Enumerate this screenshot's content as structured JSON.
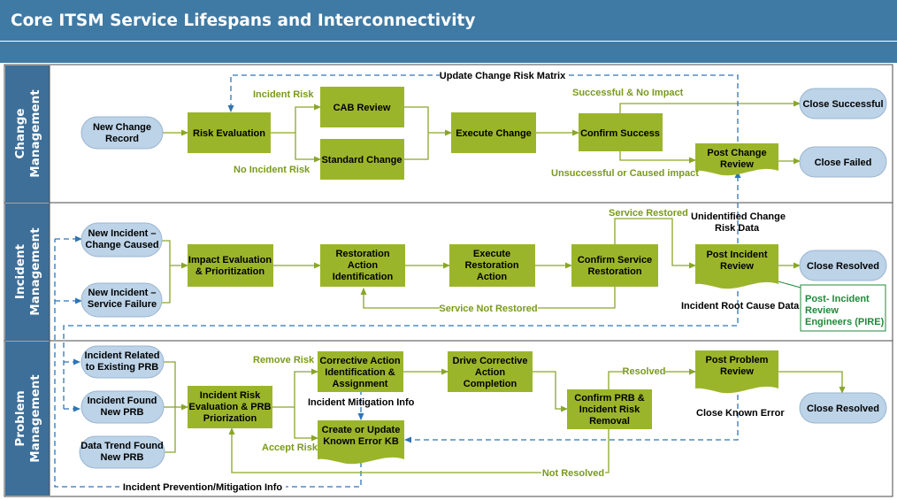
{
  "title": "Core ITSM Service Lifespans and Interconnectivity",
  "lanes": {
    "change": {
      "line1": "Change",
      "line2": "Management"
    },
    "incident": {
      "line1": "Incident",
      "line2": "Management"
    },
    "problem": {
      "line1": "Problem",
      "line2": "Management"
    }
  },
  "colors": {
    "header": "#3f7aa5",
    "lane_header": "#3d6f98",
    "process_fill": "#9bb52b",
    "terminal_fill": "#bcd3e8",
    "flow_line": "#8aa62a",
    "dashed_line": "#2e75b6"
  },
  "nodes": {
    "new_change_record": [
      "New Change",
      "Record"
    ],
    "risk_evaluation": [
      "Risk Evaluation"
    ],
    "cab_review": [
      "CAB Review"
    ],
    "standard_change": [
      "Standard Change"
    ],
    "execute_change": [
      "Execute Change"
    ],
    "confirm_success": [
      "Confirm Success"
    ],
    "post_change_review": [
      "Post Change",
      "Review"
    ],
    "close_successful": [
      "Close Successful"
    ],
    "close_failed": [
      "Close Failed"
    ],
    "new_incident_change": [
      "New Incident –",
      "Change Caused"
    ],
    "new_incident_failure": [
      "New Incident –",
      "Service Failure"
    ],
    "impact_evaluation": [
      "Impact Evaluation",
      "& Prioritization"
    ],
    "restoration_identification": [
      "Restoration",
      "Action",
      "Identification"
    ],
    "execute_restoration": [
      "Execute",
      "Restoration",
      "Action"
    ],
    "confirm_restoration": [
      "Confirm Service",
      "Restoration"
    ],
    "post_incident_review": [
      "Post Incident",
      "Review"
    ],
    "close_resolved_incident": [
      "Close Resolved"
    ],
    "incident_related_prb": [
      "Incident Related",
      "to Existing PRB"
    ],
    "incident_found_prb": [
      "Incident Found",
      "New PRB"
    ],
    "data_trend_prb": [
      "Data Trend Found",
      "New PRB"
    ],
    "incident_risk_eval": [
      "Incident Risk",
      "Evaluation & PRB",
      "Priorization"
    ],
    "corrective_action_id": [
      "Corrective Action",
      "Identification &",
      "Assignment"
    ],
    "create_known_error": [
      "Create or Update",
      "Known Error KB"
    ],
    "drive_corrective": [
      "Drive Corrective",
      "Action",
      "Completion"
    ],
    "confirm_prb_removal": [
      "Confirm PRB &",
      "Incident Risk",
      "Removal"
    ],
    "post_problem_review": [
      "Post Problem",
      "Review"
    ],
    "close_resolved_problem": [
      "Close Resolved"
    ]
  },
  "labels": {
    "update_change_risk": "Update Change Risk Matrix",
    "incident_risk": "Incident Risk",
    "no_incident_risk": "No Incident Risk",
    "successful_no_impact": "Successful & No Impact",
    "unsuccessful": "Unsuccessful or Caused impact",
    "service_restored": "Service Restored",
    "service_not_restored": "Service Not Restored",
    "unidentified_change_1": "Unidentified Change",
    "unidentified_change_2": "Risk Data",
    "incident_root_cause": "Incident Root Cause Data",
    "pire_1": "Post- Incident",
    "pire_2": "Review",
    "pire_3": "Engineers (PIRE)",
    "remove_risk": "Remove Risk",
    "accept_risk": "Accept Risk",
    "incident_mitigation": "Incident Mitigation Info",
    "resolved": "Resolved",
    "not_resolved": "Not Resolved",
    "close_known_error": "Close Known Error",
    "incident_prevention": "Incident Prevention/Mitigation Info"
  }
}
